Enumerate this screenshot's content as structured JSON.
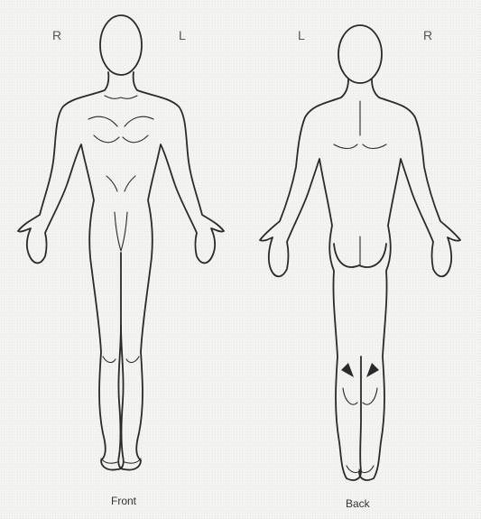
{
  "front": {
    "left_marker": "R",
    "right_marker": "L",
    "caption": "Front"
  },
  "back": {
    "left_marker": "L",
    "right_marker": "R",
    "caption": "Back"
  },
  "colors": {
    "background": "#f3f3f1",
    "line": "#2a2a2a"
  }
}
